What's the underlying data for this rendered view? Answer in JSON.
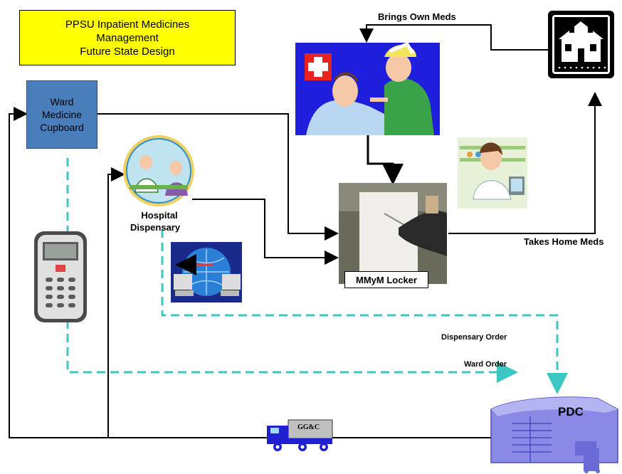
{
  "title": {
    "line1": "PPSU Inpatient Medicines",
    "line2": "Management",
    "line3": "Future State Design"
  },
  "nodes": {
    "ward_cupboard": {
      "line1": "Ward",
      "line2": "Medicine",
      "line3": "Cupboard"
    },
    "dispensary": {
      "line1": "Hospital",
      "line2": "Dispensary"
    },
    "locker": "MMyM Locker",
    "pdc": "PDC",
    "truck": "GG&C"
  },
  "edges": {
    "brings_own": "Brings Own Meds",
    "takes_home": "Takes Home Meds",
    "dispensary_order": "Dispensary Order",
    "ward_order": "Ward Order"
  },
  "colors": {
    "title_fill": "#ffff00",
    "ward_fill": "#4a7ebb",
    "dashed_line": "#3cc7c4",
    "pdc_blue": "#6b6bd6"
  }
}
